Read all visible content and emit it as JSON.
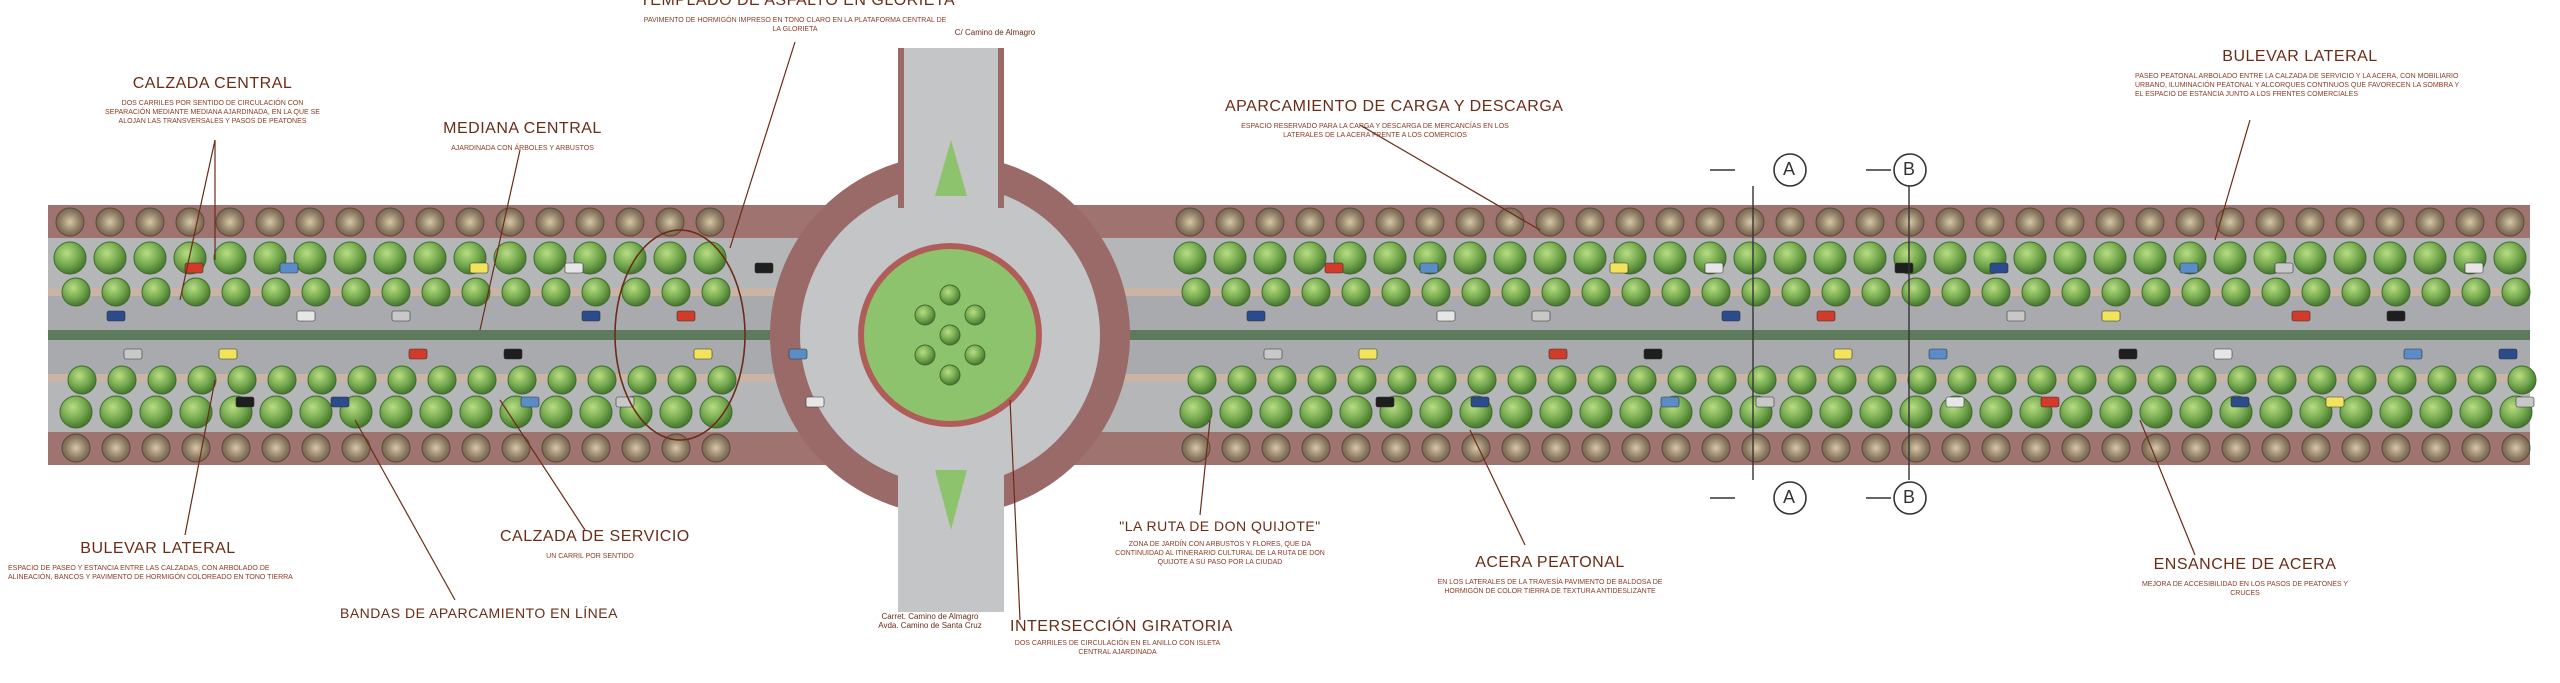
{
  "colors": {
    "asphalt": "#b3b4b6",
    "paving": "#9a6a68",
    "paving_dark": "#7c5452",
    "median": "#5e7a5c",
    "grass": "#8ec36e",
    "tree": "#74a84e",
    "tree_dark": "#4d7d34",
    "label": "#6b2c16"
  },
  "labels": {
    "paviment": {
      "title": "TEMPLADO DE ASFALTO EN GLORIETA",
      "desc": "PAVIMENTO DE HORMIGÓN IMPRESO EN TONO CLARO EN LA PLATAFORMA CENTRAL DE LA GLORIETA"
    },
    "calzada_central": {
      "title": "CALZADA CENTRAL",
      "desc": "DOS CARRILES POR SENTIDO DE CIRCULACIÓN CON SEPARACIÓN MEDIANTE MEDIANA AJARDINADA, EN LA QUE SE ALOJAN LAS TRANSVERSALES Y PASOS DE PEATONES"
    },
    "mediana_central": {
      "title": "MEDIANA CENTRAL",
      "desc": "AJARDINADA CON ÁRBOLES Y ARBUSTOS"
    },
    "street_name_top": "C/ Camino de Almagro",
    "aparcamiento_carga": {
      "title": "APARCAMIENTO DE CARGA Y DESCARGA",
      "desc": "ESPACIO RESERVADO PARA LA CARGA Y DESCARGA DE MERCANCÍAS EN LOS LATERALES DE LA ACERA FRENTE A LOS COMERCIOS"
    },
    "bulevar_lateral_top": {
      "title": "BULEVAR LATERAL",
      "desc": "PASEO PEATONAL ARBOLADO ENTRE LA CALZADA DE SERVICIO Y LA ACERA, CON MOBILIARIO URBANO, ILUMINACIÓN PEATONAL Y ALCORQUES CONTINUOS QUE FAVORECEN LA SOMBRA Y EL ESPACIO DE ESTANCIA JUNTO A LOS FRENTES COMERCIALES"
    },
    "bulevar_lateral_bottom": {
      "title": "BULEVAR LATERAL",
      "desc": "ESPACIO DE PASEO Y ESTANCIA ENTRE LAS CALZADAS, CON ARBOLADO DE ALINEACIÓN, BANCOS Y PAVIMENTO DE HORMIGÓN COLOREADO EN TONO TIERRA"
    },
    "calzada_servicio": {
      "title": "CALZADA DE SERVICIO",
      "desc": "UN CARRIL POR SENTIDO"
    },
    "bandas_aparcamiento": {
      "title": "BANDAS DE APARCAMIENTO EN LÍNEA"
    },
    "ruta_quijote": {
      "title": "\"LA RUTA DE DON QUIJOTE\"",
      "desc": "ZONA DE JARDÍN CON ARBUSTOS Y FLORES, QUE DA CONTINUIDAD AL ITINERARIO CULTURAL DE LA RUTA DE DON QUIJOTE A SU PASO POR LA CIUDAD"
    },
    "street_name_bottom": "Carret. Camino de Almagro\nAvda. Camino de Santa Cruz",
    "interseccion": {
      "title": "INTERSECCIÓN GIRATORIA",
      "desc": "DOS CARRILES DE CIRCULACIÓN EN EL ANILLO CON ISLETA CENTRAL AJARDINADA"
    },
    "acera_peatonal": {
      "title": "ACERA PEATONAL",
      "desc": "EN LOS LATERALES DE LA TRAVESÍA PAVIMENTO DE BALDOSA DE HORMIGÓN DE COLOR TIERRA DE TEXTURA ANTIDESLIZANTE"
    },
    "ensanche_acera": {
      "title": "ENSANCHE DE ACERA",
      "desc": "MEJORA DE ACCESIBILIDAD EN LOS PASOS DE PEATONES Y CRUCES"
    }
  },
  "sections": {
    "a": "A",
    "b": "B"
  }
}
